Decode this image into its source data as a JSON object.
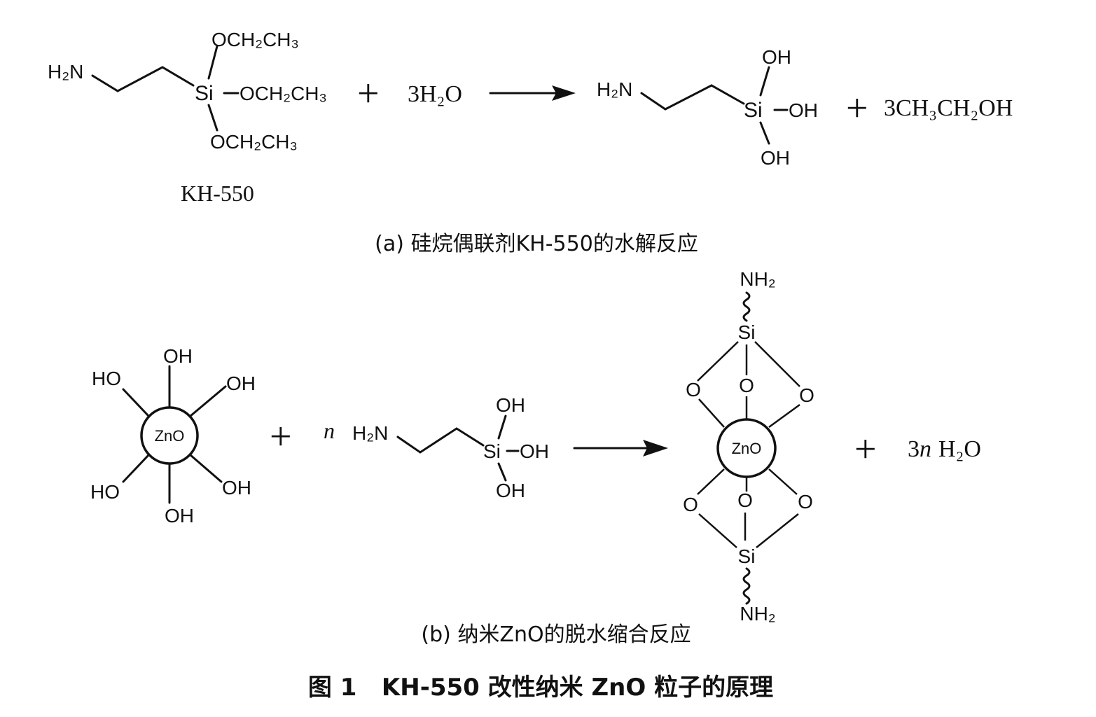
{
  "reaction_a": {
    "reactant_kh550": {
      "amine": "H₂N",
      "si": "Si",
      "ethoxy_top": "OCH₂CH₃",
      "ethoxy_right": "OCH₂CH₃",
      "ethoxy_bottom": "OCH₂CH₃",
      "label": "KH-550"
    },
    "plus_1": "+",
    "water": "3H₂O",
    "product_silanol": {
      "amine": "H₂N",
      "si": "Si",
      "oh_top": "OH",
      "oh_right": "OH",
      "oh_bottom": "OH"
    },
    "plus_2": "+",
    "ethanol": "3CH₃CH₂OH",
    "caption": "(a) 硅烷偶联剂KH-550的水解反应"
  },
  "reaction_b": {
    "zno_particle": {
      "core": "ZnO",
      "oh_top": "OH",
      "oh_upper_left": "HO",
      "oh_upper_right": "OH",
      "oh_lower_left": "HO",
      "oh_lower_right": "OH",
      "oh_bottom": "OH"
    },
    "plus_1": "+",
    "coefficient": "n",
    "silanol": {
      "amine": "H₂N",
      "si": "Si",
      "oh_top": "OH",
      "oh_right": "OH",
      "oh_bottom": "OH"
    },
    "product": {
      "core": "ZnO",
      "nh2_top": "NH₂",
      "si_top": "Si",
      "o_top_left": "O",
      "o_top_center": "O",
      "o_top_right": "O",
      "o_bottom_left": "O",
      "o_bottom_center": "O",
      "o_bottom_right": "O",
      "si_bottom": "Si",
      "nh2_bottom": "NH₂"
    },
    "plus_2": "+",
    "water_coefficient": "3",
    "water_n": "n",
    "water": "H₂O",
    "caption": "(b) 纳米ZnO的脱水缩合反应"
  },
  "figure_caption": "图 1   KH-550 改性纳米 ZnO 粒子的原理"
}
